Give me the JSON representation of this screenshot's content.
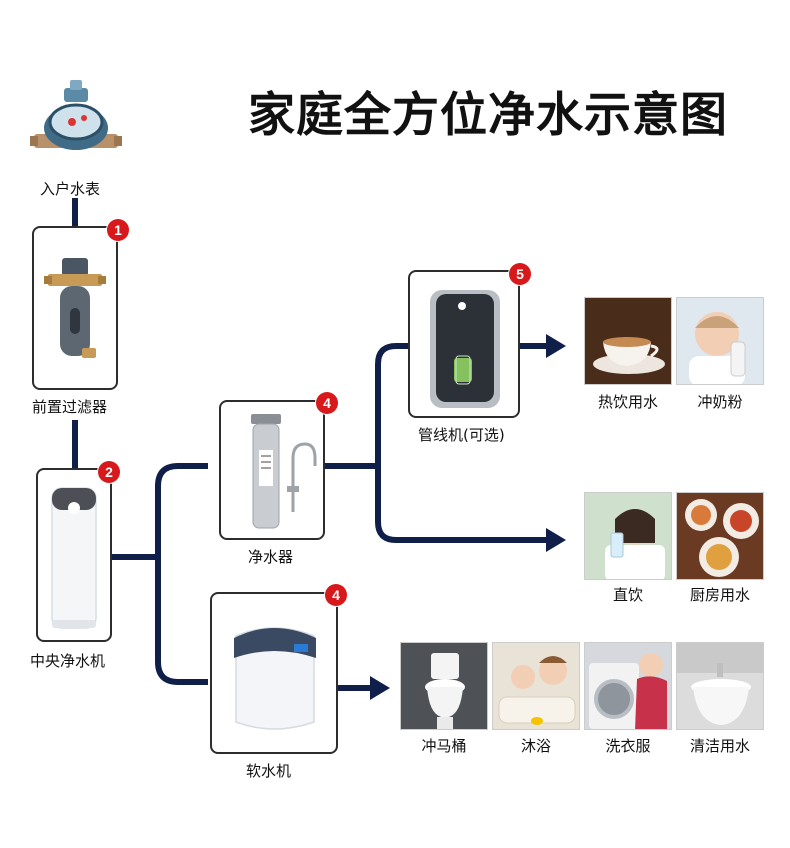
{
  "title": "家庭全方位净水示意图",
  "colors": {
    "line": "#0f1f4a",
    "badge": "#d7191b",
    "border": "#2d2d2d"
  },
  "nodes": {
    "meter": {
      "label": "入户水表",
      "icon": "water-meter-icon"
    },
    "prefilter": {
      "label": "前置过滤器",
      "badge": "1",
      "icon": "pre-filter-icon"
    },
    "central": {
      "label": "中央净水机",
      "badge": "2",
      "icon": "central-purifier-icon"
    },
    "purifier": {
      "label": "净水器",
      "badge": "4",
      "icon": "water-purifier-icon"
    },
    "softener": {
      "label": "软水机",
      "badge": "4",
      "icon": "water-softener-icon"
    },
    "pipeline": {
      "label": "管线机(可选)",
      "badge": "5",
      "icon": "pipeline-dispenser-icon"
    }
  },
  "uses": {
    "pipeline": [
      {
        "label": "热饮用水",
        "icon": "coffee-cup-photo"
      },
      {
        "label": "冲奶粉",
        "icon": "baby-bottle-photo"
      }
    ],
    "purifier": [
      {
        "label": "直饮",
        "icon": "drinking-water-photo"
      },
      {
        "label": "厨房用水",
        "icon": "kitchen-food-photo"
      }
    ],
    "softener": [
      {
        "label": "冲马桶",
        "icon": "toilet-photo"
      },
      {
        "label": "沐浴",
        "icon": "bath-photo"
      },
      {
        "label": "洗衣服",
        "icon": "laundry-photo"
      },
      {
        "label": "清洁用水",
        "icon": "wash-basin-photo"
      }
    ]
  }
}
